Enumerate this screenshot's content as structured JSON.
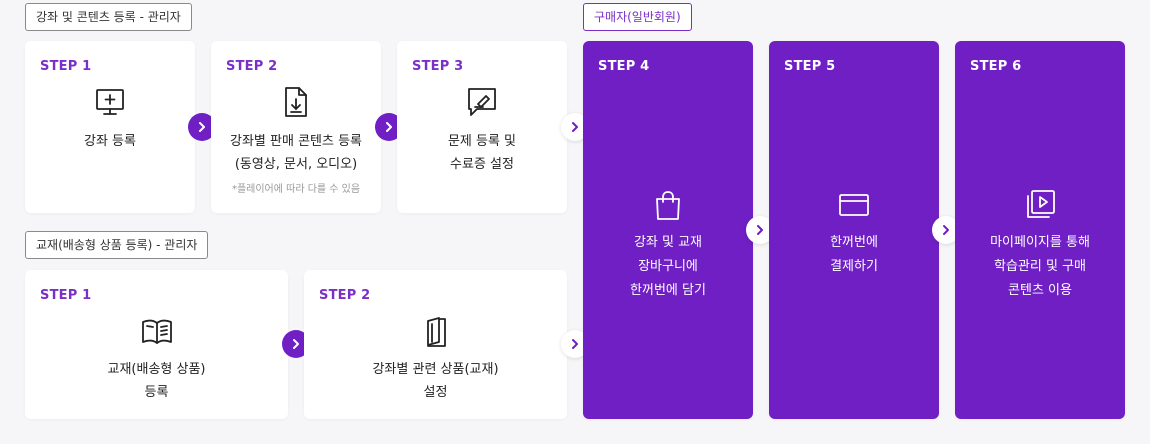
{
  "admin_course": {
    "tag": "강좌 및 콘텐츠 등록 - 관리자",
    "steps": [
      {
        "step": "STEP 1",
        "icon": "monitor-plus-icon",
        "lines": [
          "강좌 등록"
        ]
      },
      {
        "step": "STEP 2",
        "icon": "file-download-icon",
        "lines": [
          "강좌별 판매 콘텐츠 등록",
          "(동영상, 문서, 오디오)"
        ],
        "note": "*플레이어에 따라 다를 수 있음"
      },
      {
        "step": "STEP 3",
        "icon": "chat-edit-icon",
        "lines": [
          "문제 등록 및",
          "수료증 설정"
        ]
      }
    ]
  },
  "admin_textbook": {
    "tag": "교재(배송형 상품 등록) - 관리자",
    "steps": [
      {
        "step": "STEP 1",
        "icon": "open-book-icon",
        "lines": [
          "교재(배송형 상품)",
          "등록"
        ]
      },
      {
        "step": "STEP 2",
        "icon": "books-icon",
        "lines": [
          "강좌별 관련 상품(교재)",
          "설정"
        ]
      }
    ]
  },
  "buyer": {
    "tag": "구매자(일반회원)",
    "steps": [
      {
        "step": "STEP 4",
        "icon": "shopping-bag-icon",
        "lines": [
          "강좌 및 교재",
          "장바구니에",
          "한꺼번에 담기"
        ]
      },
      {
        "step": "STEP 5",
        "icon": "credit-card-icon",
        "lines": [
          "한꺼번에",
          "결제하기"
        ]
      },
      {
        "step": "STEP 6",
        "icon": "play-window-icon",
        "lines": [
          "마이페이지를 통해",
          "학습관리 및 구매",
          "콘텐츠 이용"
        ]
      }
    ]
  },
  "colors": {
    "accent": "#6f1fc4",
    "step_label": "#7b2fc9",
    "background": "#f6f6f8"
  }
}
